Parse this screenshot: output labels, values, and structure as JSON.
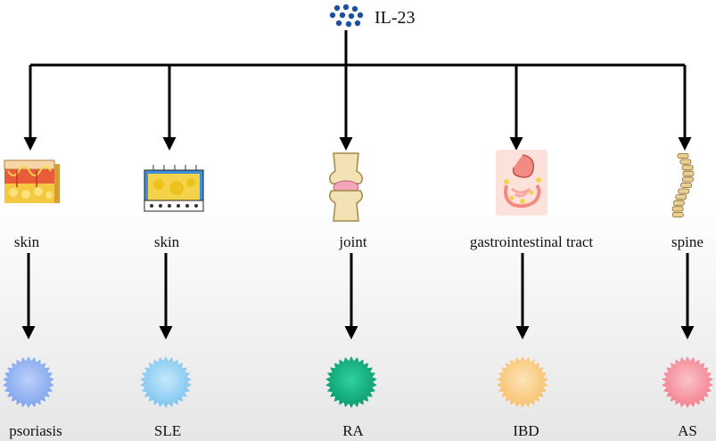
{
  "root": {
    "label": "IL-23"
  },
  "branches": [
    {
      "organ": "skin",
      "organ_icon": "skin-layers-icon",
      "disease": "psoriasis",
      "disease_color": "#8fb2f2"
    },
    {
      "organ": "skin",
      "organ_icon": "skin-cross-section-icon",
      "disease": "SLE",
      "disease_color": "#8fd0f4"
    },
    {
      "organ": "joint",
      "organ_icon": "knee-joint-icon",
      "disease": "RA",
      "disease_color": "#12b886"
    },
    {
      "organ": "gastrointestinal tract",
      "organ_icon": "digestive-tract-icon",
      "disease": "IBD",
      "disease_color": "#fbd08a"
    },
    {
      "organ": "spine",
      "organ_icon": "spine-icon",
      "disease": "AS",
      "disease_color": "#f59aa6"
    }
  ],
  "colors": {
    "root_dots": "#1f4fa0"
  }
}
